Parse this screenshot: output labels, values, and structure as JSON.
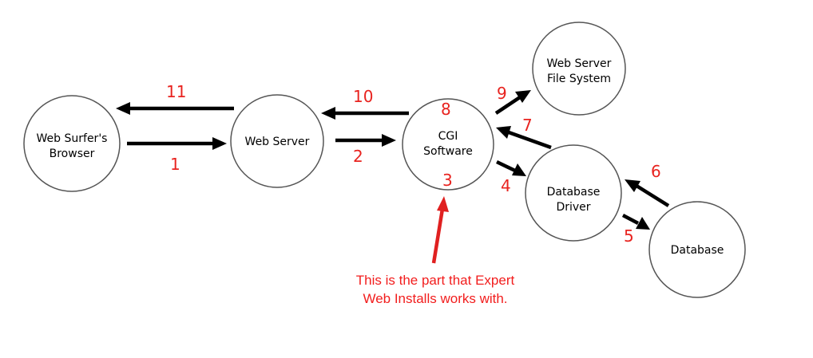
{
  "nodes": {
    "browser": [
      "Web Surfer's",
      "Browser"
    ],
    "webserver": [
      "Web Server"
    ],
    "cgi": [
      "CGI",
      "Software"
    ],
    "filesystem": [
      "Web Server",
      "File System"
    ],
    "driver": [
      "Database",
      "Driver"
    ],
    "database": [
      "Database"
    ]
  },
  "steps": {
    "s1": "1",
    "s2": "2",
    "s3": "3",
    "s4": "4",
    "s5": "5",
    "s6": "6",
    "s7": "7",
    "s8": "8",
    "s9": "9",
    "s10": "10",
    "s11": "11"
  },
  "note": [
    "This is the part that Expert",
    "Web Installs works with."
  ],
  "colors": {
    "step": "#e8231f",
    "note": "#f21d1d",
    "arrow": "#000000",
    "pointer": "#e02020"
  }
}
